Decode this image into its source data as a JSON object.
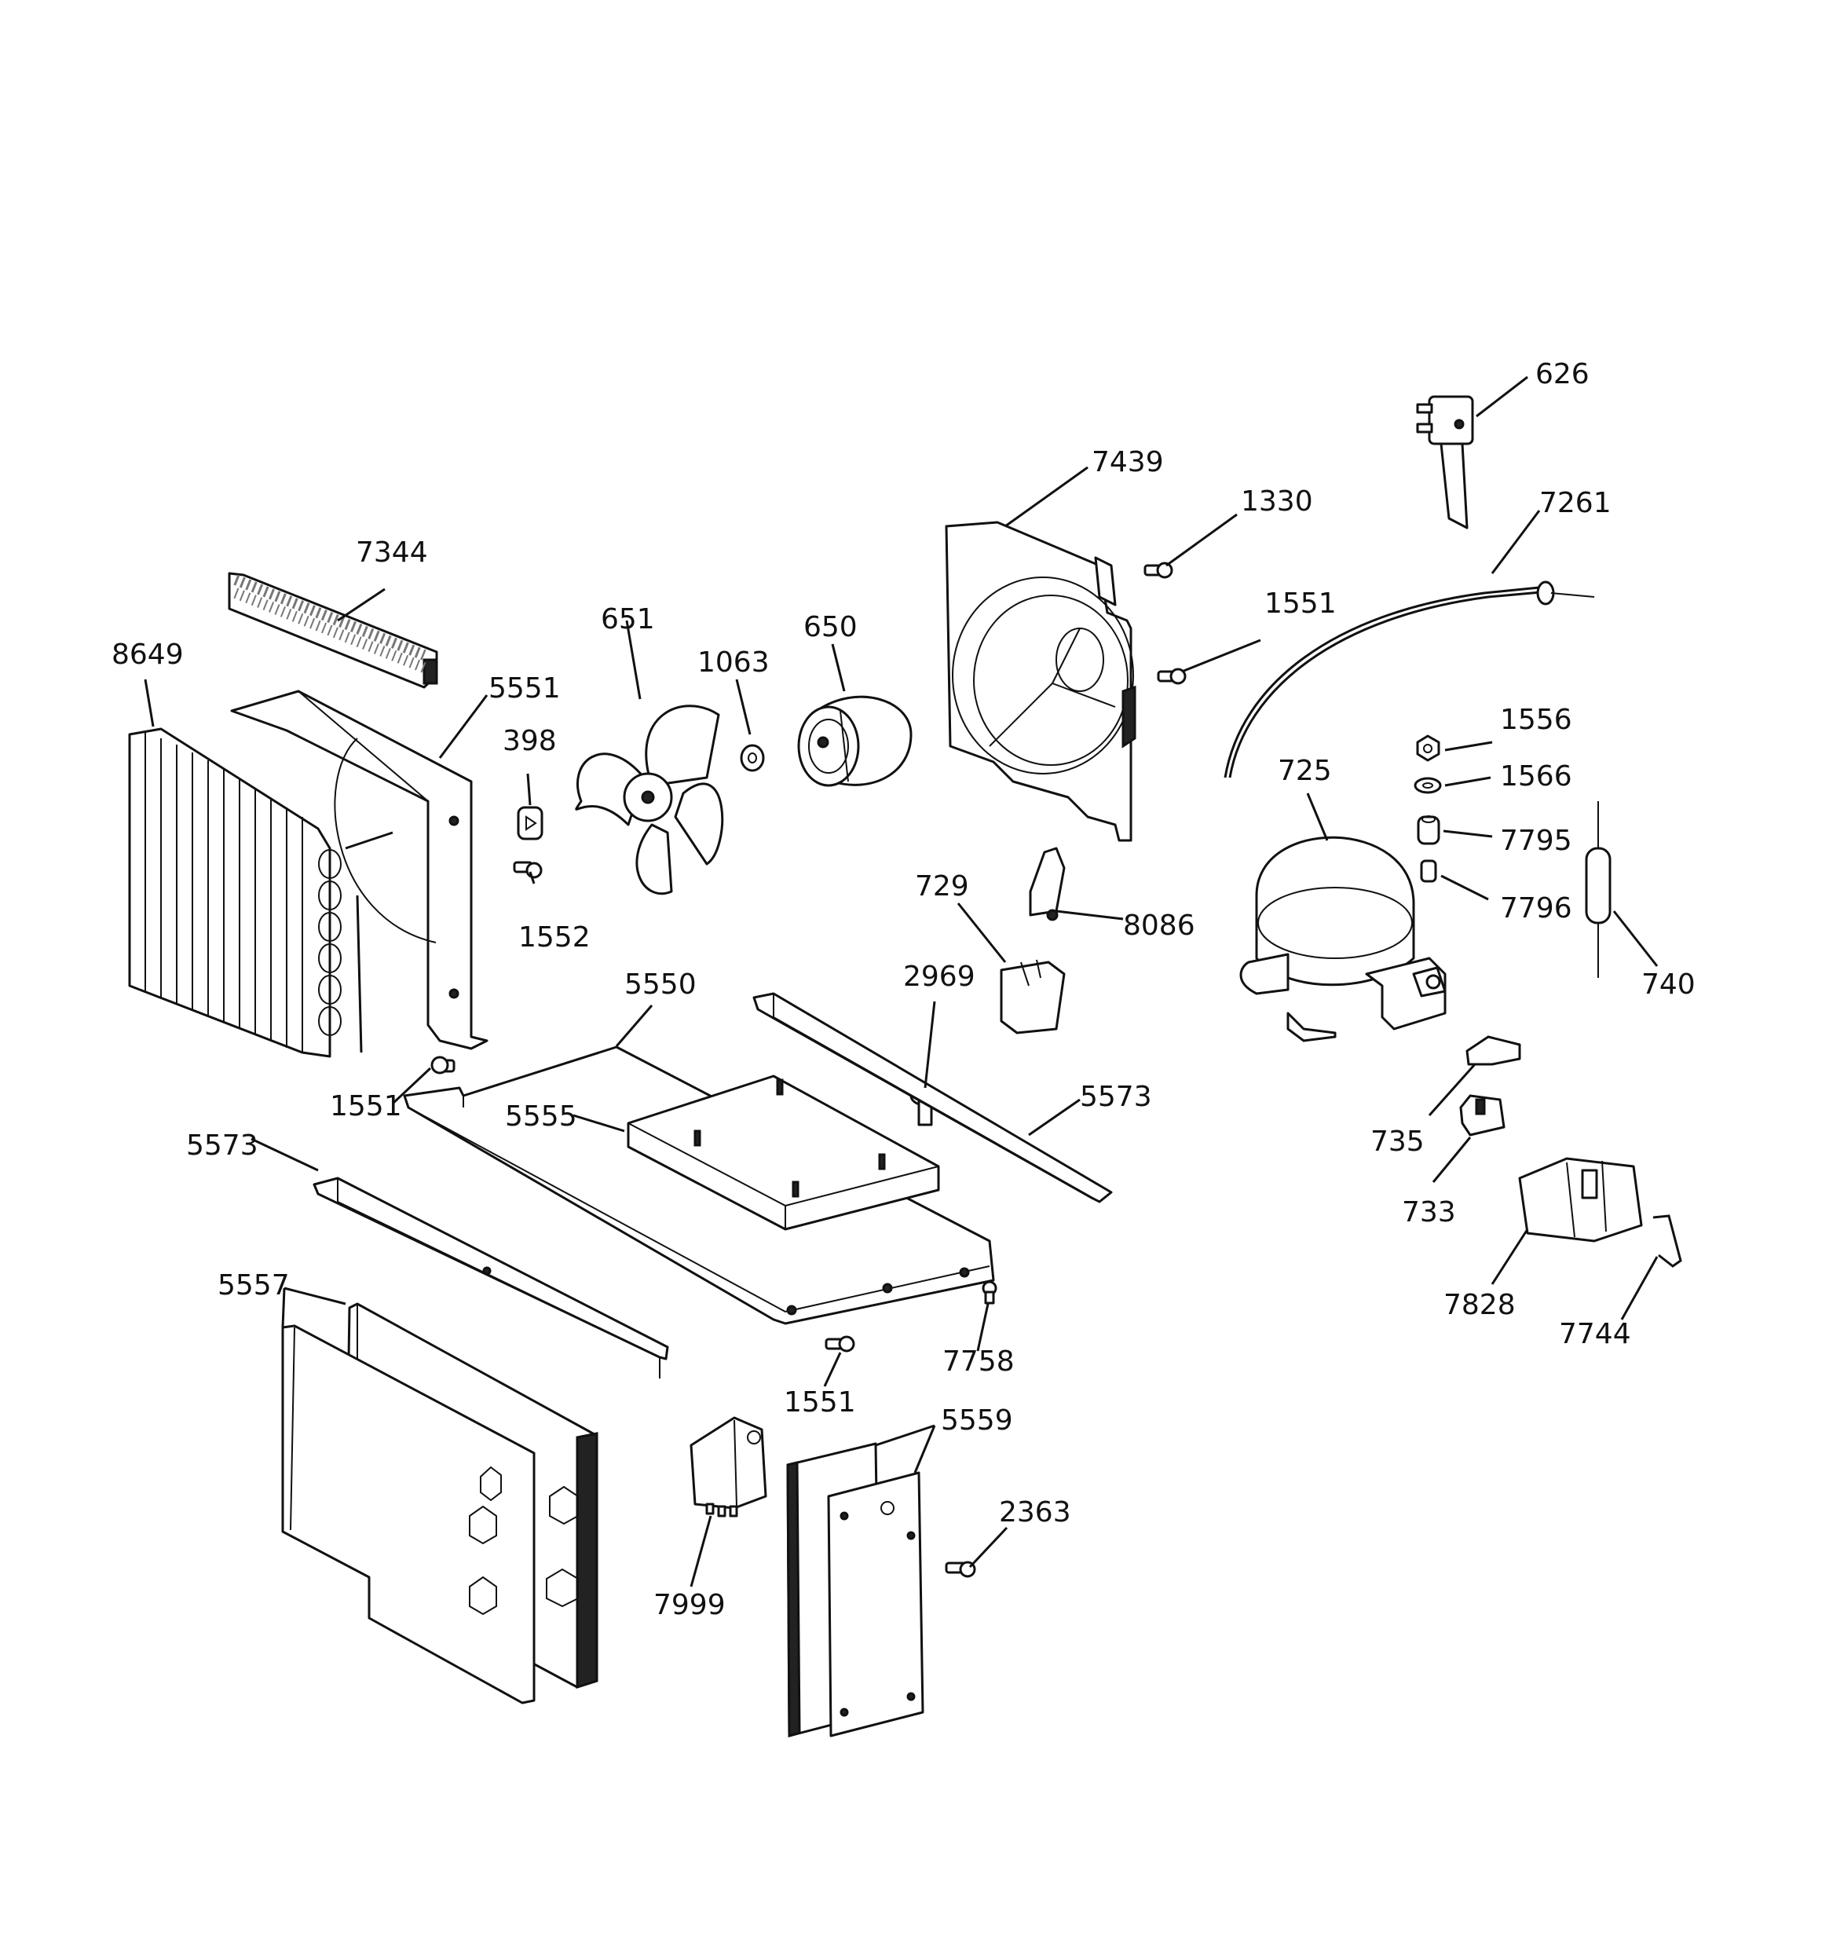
{
  "labels": {
    "l626": "626",
    "l7439": "7439",
    "l1330": "1330",
    "l7261": "7261",
    "l7344": "7344",
    "l651": "651",
    "l1063": "1063",
    "l650": "650",
    "l1551_a": "1551",
    "l8649": "8649",
    "l5551": "5551",
    "l398": "398",
    "l1556": "1556",
    "l1566": "1566",
    "l725": "725",
    "l7795": "7795",
    "l7796": "7796",
    "l1552": "1552",
    "l729": "729",
    "l8086": "8086",
    "l740": "740",
    "l5550": "5550",
    "l2969": "2969",
    "l1551_b": "1551",
    "l5573_a": "5573",
    "l5555": "5555",
    "l735": "735",
    "l5573_b": "5573",
    "l733": "733",
    "l7828": "7828",
    "l7744": "7744",
    "l5557": "5557",
    "l7758": "7758",
    "l1551_c": "1551",
    "l5559": "5559",
    "l2363": "2363",
    "l7999": "7999"
  }
}
